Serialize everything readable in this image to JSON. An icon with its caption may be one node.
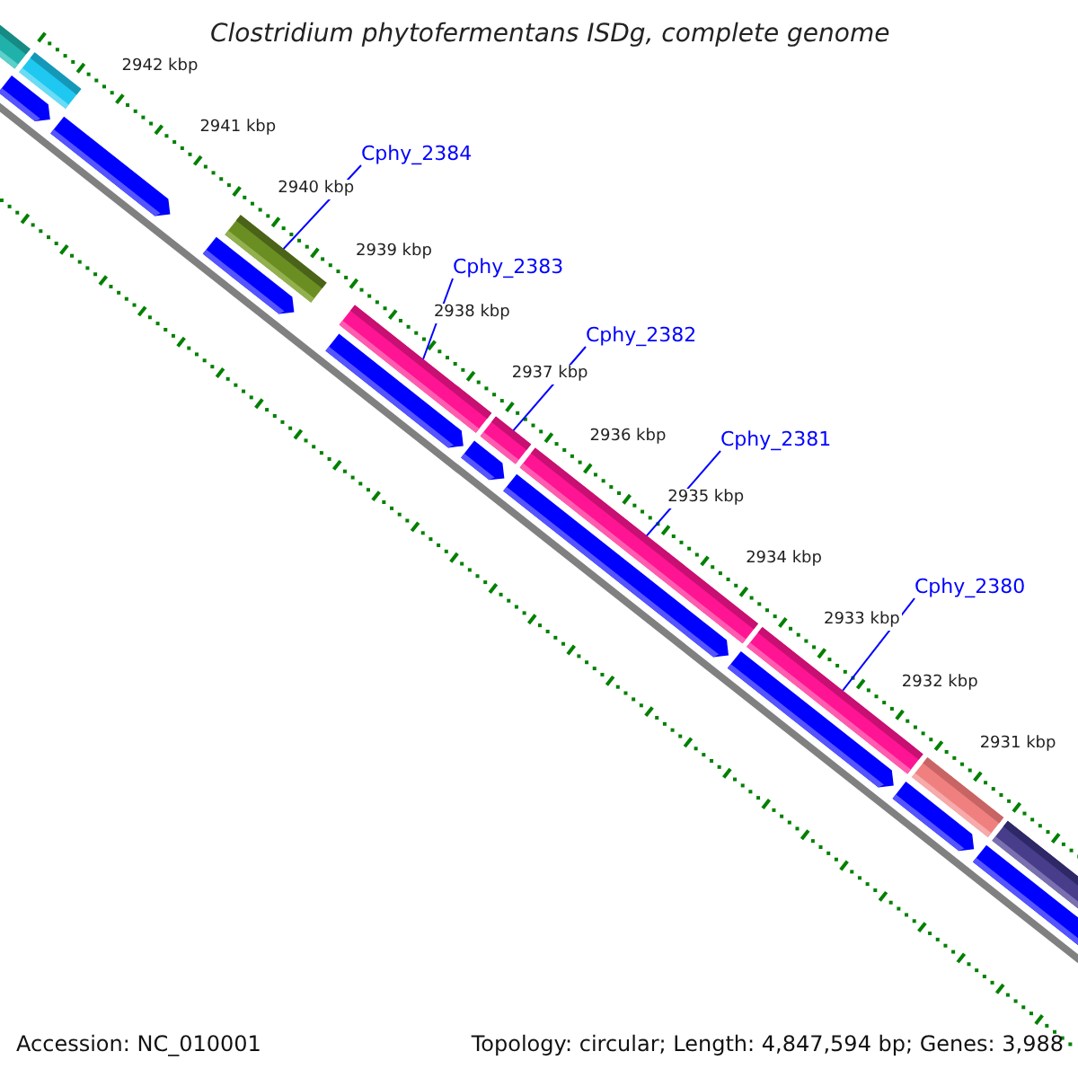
{
  "diagram": {
    "title": "Clostridium phytofermentans ISDg, complete genome",
    "nodes": [
      {
        "text": [
          "Cphy_2384"
        ]
      },
      {
        "text": [
          "Cphy_2383"
        ]
      },
      {
        "text": [
          "Cphy_2382"
        ]
      },
      {
        "text": [
          "Cphy_2381"
        ]
      },
      {
        "text": [
          "Cphy_2380"
        ]
      },
      {
        "text": [],
        "shape": "bar"
      },
      {
        "text": [],
        "shape": "bar"
      },
      {
        "text": [],
        "shape": "bar"
      },
      {
        "text": [],
        "shape": "bar"
      },
      {
        "text": [],
        "shape": "bar"
      }
    ],
    "edges": [
      {
        "from": 0,
        "to": 5,
        "arrow": "none"
      },
      {
        "from": 1,
        "to": 6,
        "arrow": "none"
      },
      {
        "from": 2,
        "to": 7,
        "arrow": "none"
      },
      {
        "from": 3,
        "to": 8,
        "arrow": "none"
      },
      {
        "from": 4,
        "to": 9,
        "arrow": "none"
      }
    ],
    "labels": [
      "2942 kbp",
      "2941 kbp",
      "2940 kbp",
      "2939 kbp",
      "2938 kbp",
      "2937 kbp",
      "2936 kbp",
      "2935 kbp",
      "2934 kbp",
      "2933 kbp",
      "2932 kbp",
      "2931 kbp",
      "Accession: NC_010001",
      "Topology: circular; Length: 4,847,594 bp; Genes: 3,988"
    ]
  }
}
